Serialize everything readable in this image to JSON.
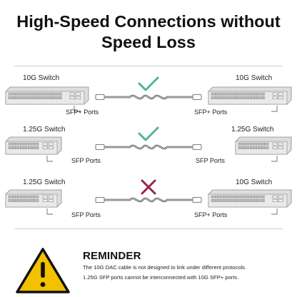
{
  "heading": {
    "line1": "High-Speed Connections without",
    "line2": "Speed Loss"
  },
  "rows": [
    {
      "status": "check",
      "left_switch": {
        "label": "10G Switch",
        "model": "10g"
      },
      "right_switch": {
        "label": "10G Switch",
        "model": "10g"
      },
      "ports_label": "SFP+ Ports",
      "ports_label_right": "SFP+ Ports"
    },
    {
      "status": "check",
      "left_switch": {
        "label": "1.25G Switch",
        "model": "1g"
      },
      "right_switch": {
        "label": "1.25G Switch",
        "model": "1g"
      },
      "ports_label": "SFP Ports",
      "ports_label_right": "SFP Ports"
    },
    {
      "status": "cross",
      "left_switch": {
        "label": "1.25G Switch",
        "model": "1g"
      },
      "right_switch": {
        "label": "10G Switch",
        "model": "10g"
      },
      "ports_label": "SFP Ports",
      "ports_label_right": "SFP+ Ports"
    }
  ],
  "reminder": {
    "title": "REMINDER",
    "lines": [
      "The 10G DAC cable is not designed to link under different protocols.",
      "1.25G SFP ports cannot be interconnected with 10G SFP+ ports."
    ],
    "icon": "warning-triangle-icon"
  },
  "colors": {
    "check": "#4fb59b",
    "cross": "#9b2446",
    "warning": "#f3c100",
    "switch_body": "#dedede",
    "switch_outline": "#8a8a8a"
  }
}
